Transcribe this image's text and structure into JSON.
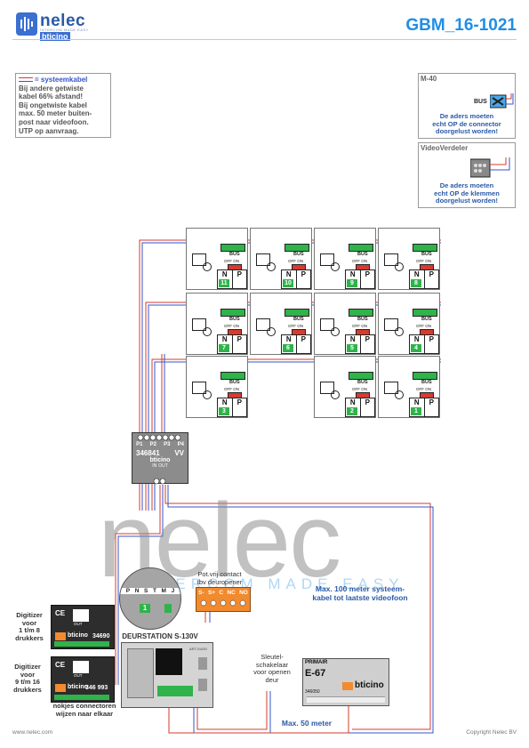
{
  "header": {
    "brand": "nelec",
    "brand_sub": "INTERCOM MADE EASY",
    "brand_sub2": "bticino",
    "doc_id": "GBM_16-1021"
  },
  "note": {
    "lines": [
      "= systeemkabel",
      "Bij andere getwiste",
      "kabel 66% afstand!",
      "Bij ongetwiste kabel",
      "max. 50 meter buiten-",
      "post naar videofoon.",
      "UTP op aanvraag."
    ]
  },
  "m40": {
    "title": "M-40",
    "bus": "BUS",
    "text": [
      "De aders moeten",
      "echt OP de connector",
      "doorgelust worden!"
    ]
  },
  "videoverdeler": {
    "title": "VideoVerdeler",
    "text": [
      "De aders moeten",
      "echt OP de klemmen",
      "doorgelust worden!"
    ]
  },
  "monitor": {
    "bus": "BUS",
    "off_on": "OFF ON",
    "n": "N",
    "p": "P"
  },
  "units": [
    "11",
    "10",
    "9",
    "8",
    "7",
    "6",
    "5",
    "4",
    "3",
    "2",
    "1"
  ],
  "distributor": {
    "ports": [
      "P1",
      "P2",
      "P3",
      "P4"
    ],
    "code": "346841",
    "vv": "VV",
    "brand": "bticino",
    "in_label": "IN",
    "out_label": "OUT"
  },
  "watermark": {
    "word": "nelec",
    "tagline": "INTERCOM MADE EASY"
  },
  "zoom": {
    "pins": [
      "P",
      "N",
      "S",
      "T",
      "M",
      "J"
    ],
    "value": "1"
  },
  "contact": {
    "title": [
      "Pot.vrij contact",
      "tbv deuropener"
    ],
    "pins": [
      "S-",
      "S+",
      "C",
      "NC",
      "NO"
    ]
  },
  "max100": [
    "Max. 100 meter systeem-",
    "kabel tot laatste videofoon"
  ],
  "digitizer1": {
    "label": [
      "Digitizer",
      "voor",
      "1 t/m 8",
      "drukkers"
    ],
    "code": "34690",
    "brand": "bticino",
    "out": "OUT"
  },
  "digitizer2": {
    "label": [
      "Digitizer",
      "voor",
      "9 t/m 16",
      "drukkers"
    ],
    "code": "346 993",
    "brand": "bticino",
    "out": "OUT"
  },
  "doorstation": {
    "title": "DEURSTATION S-130V",
    "code": "ART.01030"
  },
  "nokjes": [
    "nokjes connectoren",
    "wijzen naar elkaar"
  ],
  "sleutel": [
    "Sleutel-",
    "schakelaar",
    "voor openen",
    "deur"
  ],
  "psu": {
    "primair": "PRIMAIR",
    "model": "E-67",
    "code": "346050",
    "brand": "bticino"
  },
  "max50": "Max. 50 meter",
  "footer": {
    "left": "www.nelec.com",
    "right": "Copyright Nelec BV"
  },
  "colors": {
    "accent": "#1f8ee6",
    "wire_red": "#d63b2f",
    "wire_blue": "#3355cc",
    "terminal_green": "#2fb34a",
    "orange": "#f28a2e"
  }
}
